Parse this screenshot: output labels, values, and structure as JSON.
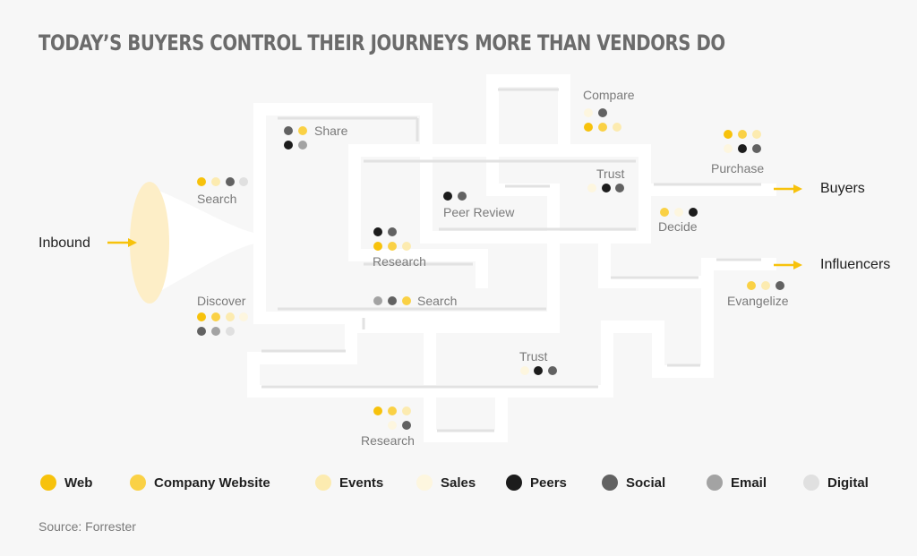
{
  "title": "Today’s buyers control their journeys more than vendors do",
  "colors": {
    "web": "#f7c20c",
    "company_website": "#fad145",
    "events": "#fcebb0",
    "sales": "#fdf6df",
    "peers": "#1c1c1c",
    "social": "#626262",
    "email": "#a3a3a3",
    "digital": "#e0e0e0",
    "maze_path": "#ffffff",
    "maze_wall": "#e2e2e2",
    "arrow": "#f7c20c",
    "funnel": "#fdeec7"
  },
  "endpoints": {
    "inbound": "Inbound",
    "buyers": "Buyers",
    "influencers": "Influencers"
  },
  "stops": [
    {
      "id": "search-1",
      "label": "Search",
      "dots": [
        "web",
        "events",
        "social",
        "digital"
      ]
    },
    {
      "id": "share",
      "label": "Share",
      "dots": [
        "social",
        "company_website",
        "peers",
        "email"
      ]
    },
    {
      "id": "compare",
      "label": "Compare",
      "dots": [
        "sales",
        "social",
        "web",
        "company_website",
        "events"
      ]
    },
    {
      "id": "purchase",
      "label": "Purchase",
      "dots": [
        "web",
        "company_website",
        "events",
        "sales",
        "peers",
        "social"
      ]
    },
    {
      "id": "trust-1",
      "label": "Trust",
      "dots": [
        "sales",
        "peers",
        "social"
      ]
    },
    {
      "id": "peer-review",
      "label": "Peer Review",
      "dots": [
        "peers",
        "social"
      ]
    },
    {
      "id": "decide",
      "label": "Decide",
      "dots": [
        "company_website",
        "sales",
        "peers"
      ]
    },
    {
      "id": "research-1",
      "label": "Research",
      "dots": [
        "peers",
        "social",
        "web",
        "company_website",
        "events"
      ]
    },
    {
      "id": "discover",
      "label": "Discover",
      "dots": [
        "web",
        "company_website",
        "events",
        "sales",
        "social",
        "email",
        "digital"
      ]
    },
    {
      "id": "search-2",
      "label": "Search",
      "dots": [
        "email",
        "social",
        "company_website"
      ]
    },
    {
      "id": "evangelize",
      "label": "Evangelize",
      "dots": [
        "company_website",
        "events",
        "social"
      ]
    },
    {
      "id": "trust-2",
      "label": "Trust",
      "dots": [
        "sales",
        "peers",
        "social"
      ]
    },
    {
      "id": "research-2",
      "label": "Research",
      "dots": [
        "web",
        "company_website",
        "events",
        "sales",
        "social"
      ]
    }
  ],
  "legend": [
    {
      "key": "web",
      "label": "Web"
    },
    {
      "key": "company_website",
      "label": "Company Website"
    },
    {
      "key": "events",
      "label": "Events"
    },
    {
      "key": "sales",
      "label": "Sales"
    },
    {
      "key": "peers",
      "label": "Peers"
    },
    {
      "key": "social",
      "label": "Social"
    },
    {
      "key": "email",
      "label": "Email"
    },
    {
      "key": "digital",
      "label": "Digital"
    }
  ],
  "source": "Source: Forrester"
}
